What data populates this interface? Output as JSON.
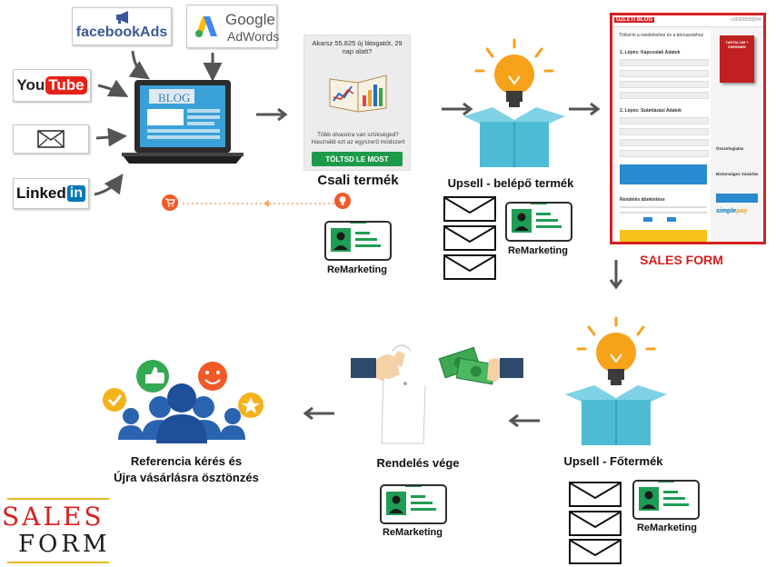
{
  "sources": {
    "facebook": "facebookAds",
    "google_1": "Google",
    "google_2": "AdWords",
    "youtube_1": "You",
    "youtube_2": "Tube",
    "linkedin_1": "Linked",
    "linkedin_2": "in",
    "blog": "BLOG"
  },
  "lead_magnet": {
    "ad_text": "Akarsz 55.825 új látogatót, 29 nap alatt?",
    "ad_sub": "Több olvasóra van szükséged? Használd ezt az egyszerű módszert",
    "ad_button": "TÖLTSD LE MOST",
    "label": "Csali termék"
  },
  "upsell_entry": {
    "label": "Upsell - belépő termék"
  },
  "sales_form": {
    "label": "SALES FORM",
    "header_logo": "ÜZLETI BLOG",
    "header_phone": "+36305555554",
    "intro": "Töltsd ki a rendeléshez és a bónuszokhoz",
    "step1": "1. Lépés: Kapcsolati Adatok",
    "step2": "2. Lépés: Számlázási Adatok",
    "order_summary": "Rendelés áttekintése",
    "book_title": "TARTALOM + ZSERINEK",
    "side_1": "Összefoglalás",
    "side_2": "Biztonságos Vásárlás",
    "simplepay_1": "simple",
    "simplepay_2": "pay"
  },
  "upsell_main": {
    "label": "Upsell - Főtermék"
  },
  "order_end": {
    "label": "Rendelés vége"
  },
  "referral": {
    "label_1": "Referencia kérés és",
    "label_2": "Újra vásárlásra ösztönzés"
  },
  "remarketing": "ReMarketing",
  "logo": {
    "line1": "SALES",
    "line2": "FORM"
  },
  "colors": {
    "bulb": "#f7a21b",
    "box": "#4dbcd4",
    "card_green": "#1f9d55",
    "red": "#d6201f",
    "youtube_red": "#e62117",
    "facebook_blue": "#3b5998",
    "linkedin_blue": "#0077b5"
  }
}
